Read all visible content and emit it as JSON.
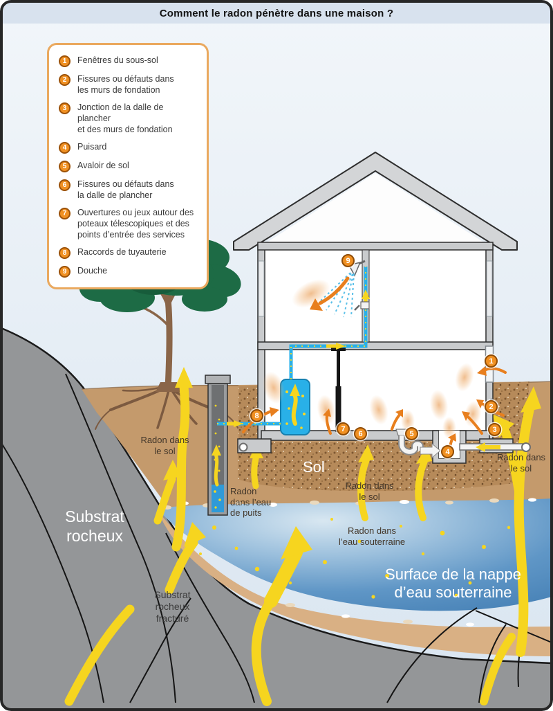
{
  "title": "Comment le radon pénètre dans une maison ?",
  "legend": {
    "items": [
      {
        "num": "1",
        "label": "Fenêtres du sous-sol"
      },
      {
        "num": "2",
        "label": "Fissures ou défauts dans\nles murs de fondation"
      },
      {
        "num": "3",
        "label": "Jonction de la dalle de plancher\net des murs de fondation"
      },
      {
        "num": "4",
        "label": "Puisard"
      },
      {
        "num": "5",
        "label": "Avaloir de sol"
      },
      {
        "num": "6",
        "label": "Fissures ou défauts dans\nla dalle de plancher"
      },
      {
        "num": "7",
        "label": "Ouvertures ou jeux autour des\npoteaux télescopiques et des\npoints d’entrée des services"
      },
      {
        "num": "8",
        "label": "Raccords de tuyauterie"
      },
      {
        "num": "9",
        "label": "Douche"
      }
    ]
  },
  "markers": [
    "1",
    "2",
    "3",
    "4",
    "5",
    "6",
    "7",
    "8",
    "9"
  ],
  "scene_labels": {
    "radon_sol_left": "Radon dans\nle sol",
    "radon_eau_puits": "Radon\ndans l’eau\nde puits",
    "sol": "Sol",
    "radon_sol_center": "Radon dans\nle sol",
    "radon_sol_right": "Radon dans\nle sol",
    "radon_eau_souterraine": "Radon dans\nl’eau souterraine",
    "surface_nappe": "Surface de la nappe\nd’eau souterraine",
    "substrat_rocheux": "Substrat\nrocheux",
    "substrat_fracture": "Substrat\nrocheux\nfracturé"
  },
  "colors": {
    "radon_yellow": "#f6d51f",
    "marker_orange": "#f09022",
    "water_blue": "#4a84b8",
    "soil_tan": "#c49a6c",
    "rock_gray": "#949698",
    "pipe_blue": "#29b0e8"
  }
}
